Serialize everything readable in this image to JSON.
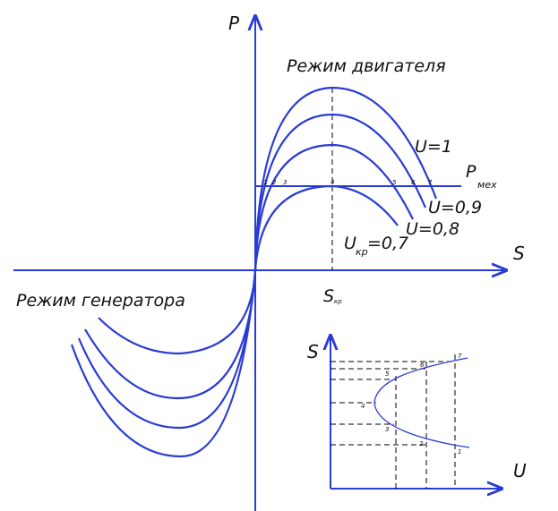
{
  "labels": {
    "axis_p": "P",
    "axis_s": "S",
    "motor_mode": "Режим двигателя",
    "generator_mode": "Режим генератора",
    "p_mech_main": "P",
    "p_mech_sub": "мех",
    "u1": "U=1",
    "u09": "U=0,9",
    "u08": "U=0,8",
    "ukr_main": "U",
    "ukr_sub": "кр",
    "ukr_value": "=0,7",
    "skr_main": "S",
    "skr_sub": "кр",
    "inset_axis_s": "S",
    "inset_axis_u": "U"
  },
  "points": [
    "1",
    "2",
    "3",
    "4",
    "5",
    "6",
    "7"
  ],
  "colors": {
    "line": "#2a3bd6",
    "dash": "#000000",
    "text": "#111111"
  }
}
